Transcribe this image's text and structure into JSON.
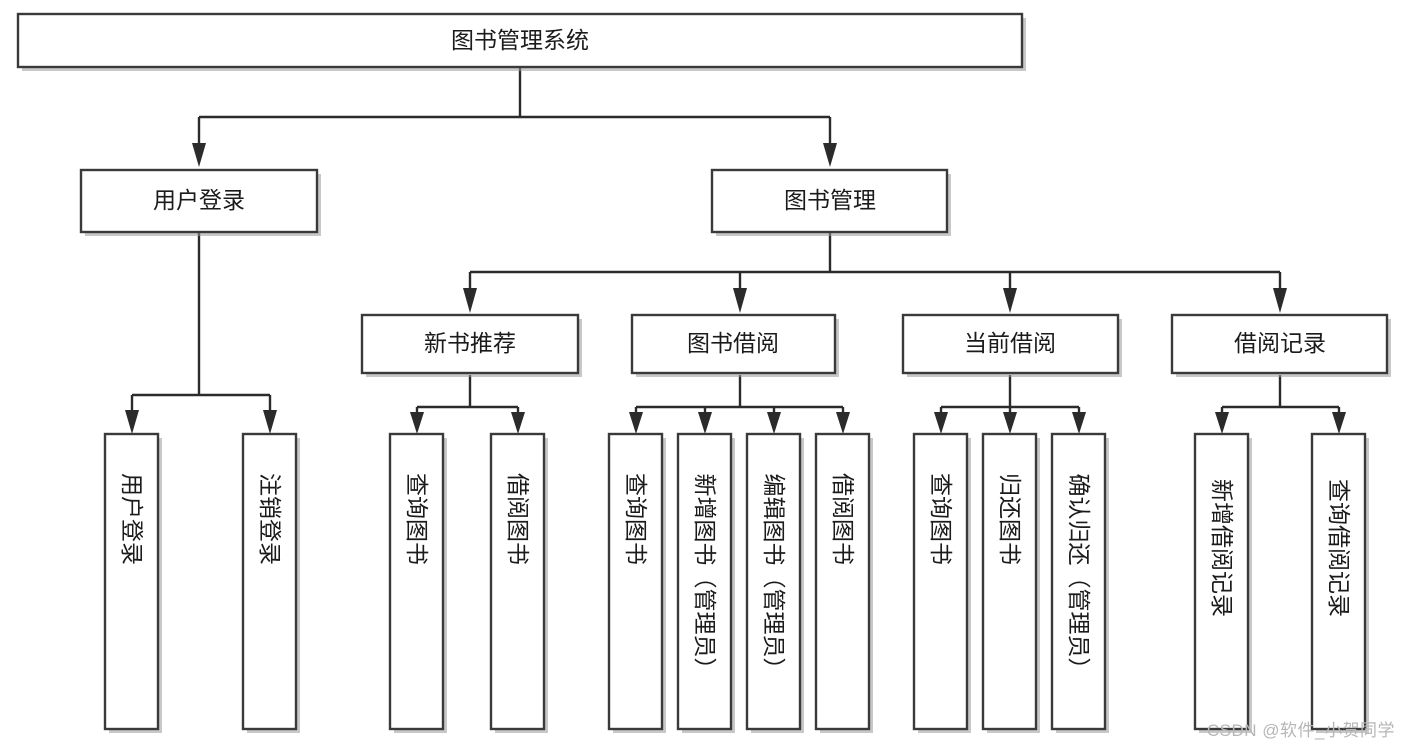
{
  "diagram": {
    "type": "tree-hierarchy",
    "title": "图书管理系统",
    "watermark": "CSDN @软件_小贺同学",
    "levels": {
      "root": {
        "label": "图书管理系统"
      },
      "level2": [
        {
          "label": "用户登录"
        },
        {
          "label": "图书管理"
        }
      ],
      "level3": [
        {
          "label": "新书推荐"
        },
        {
          "label": "图书借阅"
        },
        {
          "label": "当前借阅"
        },
        {
          "label": "借阅记录"
        }
      ]
    },
    "leaves": {
      "user_login": [
        {
          "label": "用户登录"
        },
        {
          "label": "注销登录"
        }
      ],
      "new_book_recommend": [
        {
          "label": "查询图书"
        },
        {
          "label": "借阅图书"
        }
      ],
      "book_borrow": [
        {
          "label": "查询图书"
        },
        {
          "label": "新增图书（管理员）"
        },
        {
          "label": "编辑图书（管理员）"
        },
        {
          "label": "借阅图书"
        }
      ],
      "current_borrow": [
        {
          "label": "查询图书"
        },
        {
          "label": "归还图书"
        },
        {
          "label": "确认归还（管理员）"
        }
      ],
      "borrow_record": [
        {
          "label": "新增借阅记录"
        },
        {
          "label": "查询借阅记录"
        }
      ]
    },
    "colors": {
      "box_stroke": "#3a3a3a",
      "box_fill": "#ffffff",
      "connector": "#2b2b2b",
      "text": "#1b1b1b",
      "watermark": "#b6b6b6"
    }
  }
}
